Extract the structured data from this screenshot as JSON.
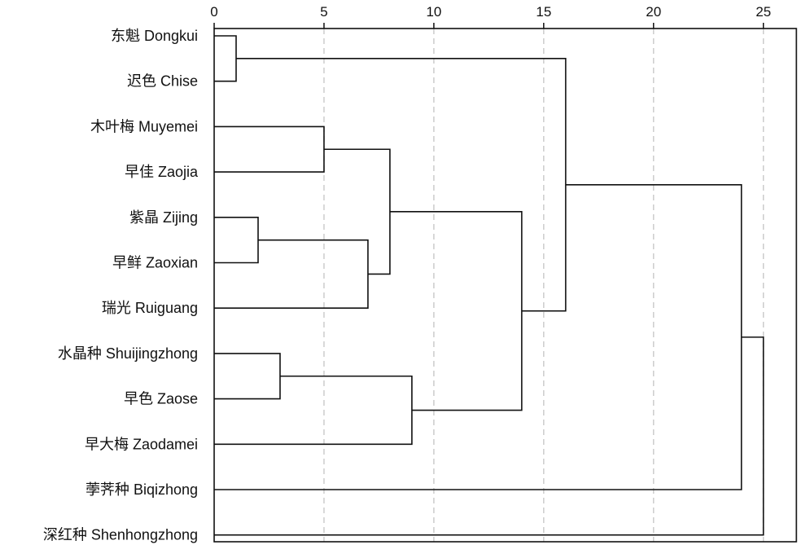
{
  "chart_data": {
    "type": "dendrogram",
    "orientation": "horizontal",
    "x_axis_position": "top",
    "xlim": [
      0,
      26.5
    ],
    "x_ticks": [
      0,
      5,
      10,
      15,
      20,
      25
    ],
    "grid": "vertical dashed",
    "leaves": [
      "东魁 Dongkui",
      "迟色 Chise",
      "木叶梅 Muyemei",
      "早佳 Zaojia",
      "紫晶 Zijing",
      "早鲜 Zaoxian",
      "瑞光 Ruiguang",
      "水晶种 Shuijingzhong",
      "早色 Zaose",
      "早大梅 Zaodamei",
      "荸荠种 Biqizhong",
      "深红种 Shenhongzhong"
    ],
    "merges": [
      {
        "id": "c1",
        "left": "L0",
        "right": "L1",
        "height": 1
      },
      {
        "id": "c2",
        "left": "L4",
        "right": "L5",
        "height": 2
      },
      {
        "id": "c3",
        "left": "L7",
        "right": "L8",
        "height": 3
      },
      {
        "id": "c4",
        "left": "L2",
        "right": "L3",
        "height": 5
      },
      {
        "id": "c5",
        "left": "c2",
        "right": "L6",
        "height": 7
      },
      {
        "id": "c6",
        "left": "c4",
        "right": "c5",
        "height": 8
      },
      {
        "id": "c7",
        "left": "c3",
        "right": "L9",
        "height": 9
      },
      {
        "id": "c8",
        "left": "c6",
        "right": "c7",
        "height": 14
      },
      {
        "id": "c9",
        "left": "c1",
        "right": "c8",
        "height": 16
      },
      {
        "id": "c10",
        "left": "c9",
        "right": "L10",
        "height": 24
      },
      {
        "id": "c11",
        "left": "c10",
        "right": "L11",
        "height": 25
      }
    ],
    "colors": {
      "line": "#111111",
      "grid": "#cccccc"
    }
  }
}
